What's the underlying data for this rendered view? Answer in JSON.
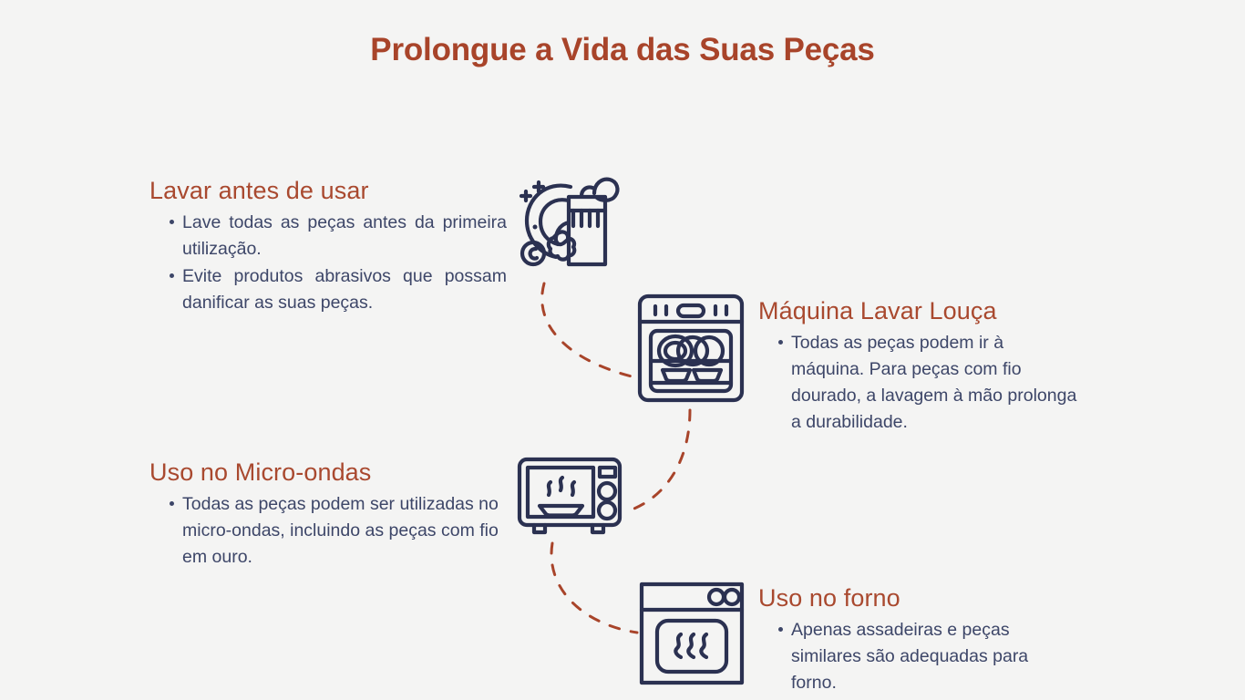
{
  "colors": {
    "background": "#f4f4f3",
    "title": "#a8442a",
    "heading": "#a9492f",
    "body_text": "#3d4668",
    "icon_stroke": "#2b3151",
    "connector": "#a8442a"
  },
  "header": {
    "title": "Prolongue a Vida das Suas Peças"
  },
  "sections": [
    {
      "id": "lavar",
      "heading": "Lavar antes de usar",
      "icon": "handwash-icon",
      "bullets": [
        "Lave todas as peças antes da primeira utilização.",
        "Evite produtos abrasivos que possam danificar as suas peças."
      ]
    },
    {
      "id": "dishwasher",
      "heading": "Máquina Lavar Louça",
      "icon": "dishwasher-icon",
      "bullets": [
        "Todas as peças podem ir à máquina. Para peças com fio dourado, a lavagem à mão prolonga a durabilidade."
      ]
    },
    {
      "id": "microwave",
      "heading": "Uso no Micro-ondas",
      "icon": "microwave-icon",
      "bullets": [
        "Todas as peças podem ser utilizadas no micro-ondas, incluindo as peças com fio em ouro."
      ]
    },
    {
      "id": "oven",
      "heading": "Uso no forno",
      "icon": "oven-icon",
      "bullets": [
        "Apenas assadeiras e peças similares são adequadas para forno."
      ]
    }
  ]
}
